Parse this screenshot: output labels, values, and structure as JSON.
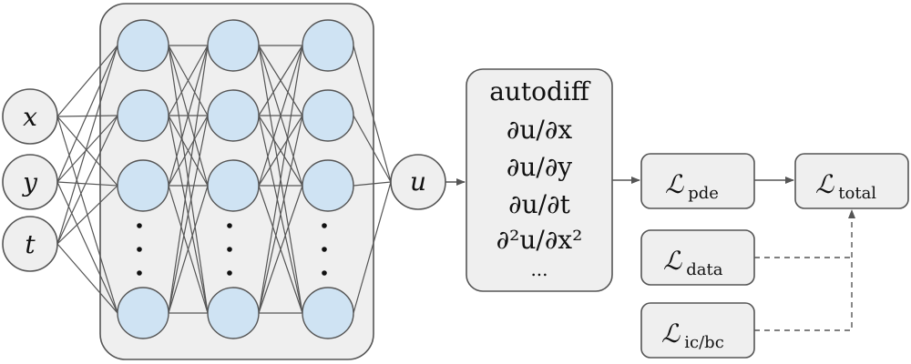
{
  "inputs": [
    "x",
    "y",
    "t"
  ],
  "output": "u",
  "autodiff": {
    "title": "autodiff",
    "lines": [
      "∂u/∂x",
      "∂u/∂y",
      "∂u/∂t",
      "∂²u/∂x²",
      "..."
    ]
  },
  "losses": {
    "pde": {
      "symbol": "ℒ",
      "subscript": "pde"
    },
    "data": {
      "symbol": "ℒ",
      "subscript": "data"
    },
    "icbc": {
      "symbol": "ℒ",
      "subscript": "ic/bc"
    },
    "total": {
      "symbol": "ℒ",
      "subscript": "total"
    }
  },
  "colors": {
    "neuron_fill": "#cfe3f3",
    "box_fill": "#efefef",
    "stroke": "#555555"
  }
}
